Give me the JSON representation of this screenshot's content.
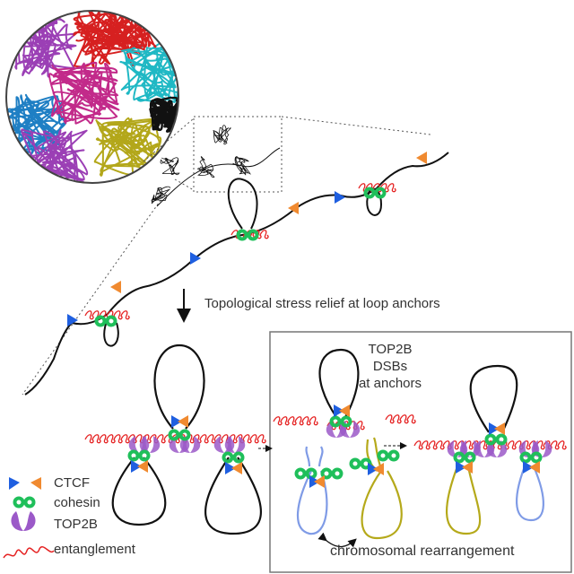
{
  "main_label": "Topological stress relief at loop anchors",
  "dsb_label": [
    "TOP2B",
    "DSBs",
    "at anchors"
  ],
  "rearrangement_label": "chromosomal rearrangement",
  "legend": [
    {
      "icon": "ctcf-triangles-icon",
      "label": "CTCF"
    },
    {
      "icon": "cohesin-ring-icon",
      "label": "cohesin"
    },
    {
      "icon": "top2b-icon",
      "label": "TOP2B"
    },
    {
      "icon": "entanglement-icon",
      "label": "entanglement"
    }
  ],
  "colors": {
    "ctcf_left": "#1f5fe0",
    "ctcf_right": "#f08a30",
    "cohesin": "#1fbf5a",
    "top2b": "#9b59c8",
    "entanglement": "#e52222",
    "chromatin": "#111111",
    "loop_blue": "#7f9be6",
    "loop_olive": "#b5a91a",
    "territories": [
      "#9b3fb5",
      "#d62020",
      "#1fb8c4",
      "#1f7fc4",
      "#c22a8a",
      "#b3a71a",
      "#111111"
    ]
  }
}
